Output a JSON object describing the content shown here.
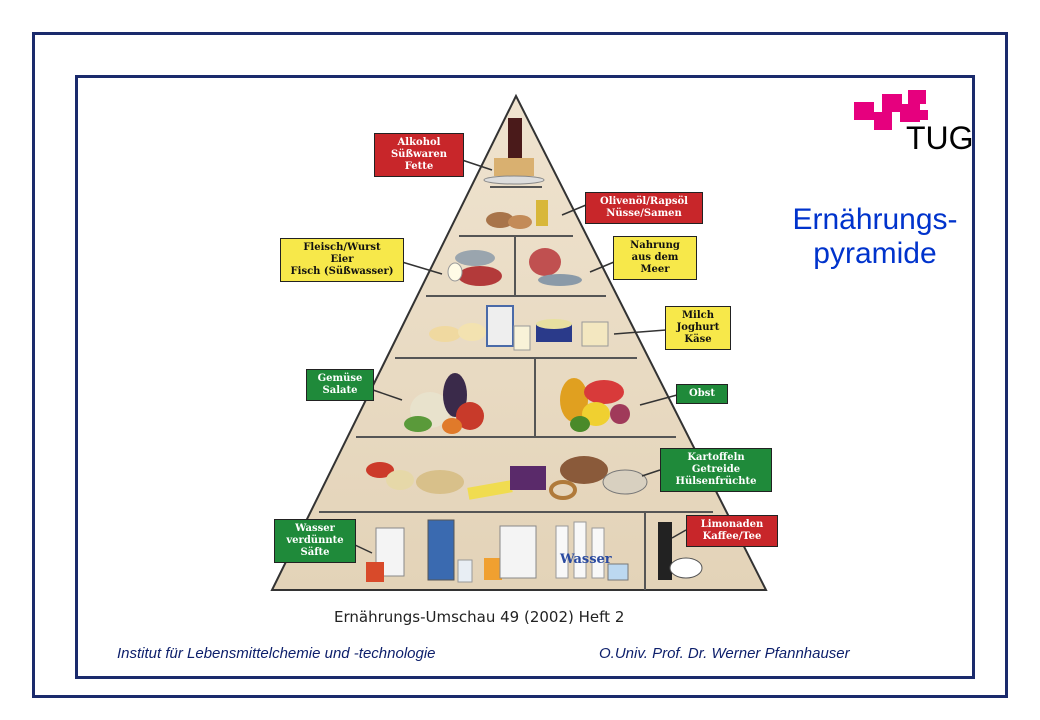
{
  "logo": {
    "text": "TUG",
    "color": "#e6007e"
  },
  "title": {
    "line1": "Ernährungs-",
    "line2": "pyramide",
    "color": "#0033cc"
  },
  "pyramid": {
    "tiers": [
      {
        "labels": [
          {
            "lines": [
              "Alkohol",
              "Süßwaren",
              "Fette"
            ],
            "color": "red"
          }
        ]
      },
      {
        "labels": [
          {
            "lines": [
              "Olivenöl/Rapsöl",
              "Nüsse/Samen"
            ],
            "color": "red"
          }
        ]
      },
      {
        "labels": [
          {
            "lines": [
              "Fleisch/Wurst",
              "Eier",
              "Fisch (Süßwasser)"
            ],
            "color": "yellow"
          },
          {
            "lines": [
              "Nahrung",
              "aus dem",
              "Meer"
            ],
            "color": "yellow"
          }
        ]
      },
      {
        "labels": [
          {
            "lines": [
              "Milch",
              "Joghurt",
              "Käse"
            ],
            "color": "yellow"
          }
        ]
      },
      {
        "labels": [
          {
            "lines": [
              "Gemüse",
              "Salate"
            ],
            "color": "green"
          },
          {
            "lines": [
              "Obst"
            ],
            "color": "green"
          }
        ]
      },
      {
        "labels": [
          {
            "lines": [
              "Kartoffeln",
              "Getreide",
              "Hülsenfrüchte"
            ],
            "color": "green"
          }
        ]
      },
      {
        "labels": [
          {
            "lines": [
              "Wasser",
              "verdünnte",
              "Säfte"
            ],
            "color": "green"
          },
          {
            "lines": [
              "Limonaden",
              "Kaffee/Tee"
            ],
            "color": "red"
          }
        ]
      }
    ],
    "water_text": "Wasser"
  },
  "caption": "Ernährungs-Umschau 49 (2002) Heft 2",
  "footer": {
    "institute": "Institut für Lebensmittelchemie und -technologie",
    "professor": "O.Univ. Prof. Dr. Werner Pfannhauser"
  }
}
